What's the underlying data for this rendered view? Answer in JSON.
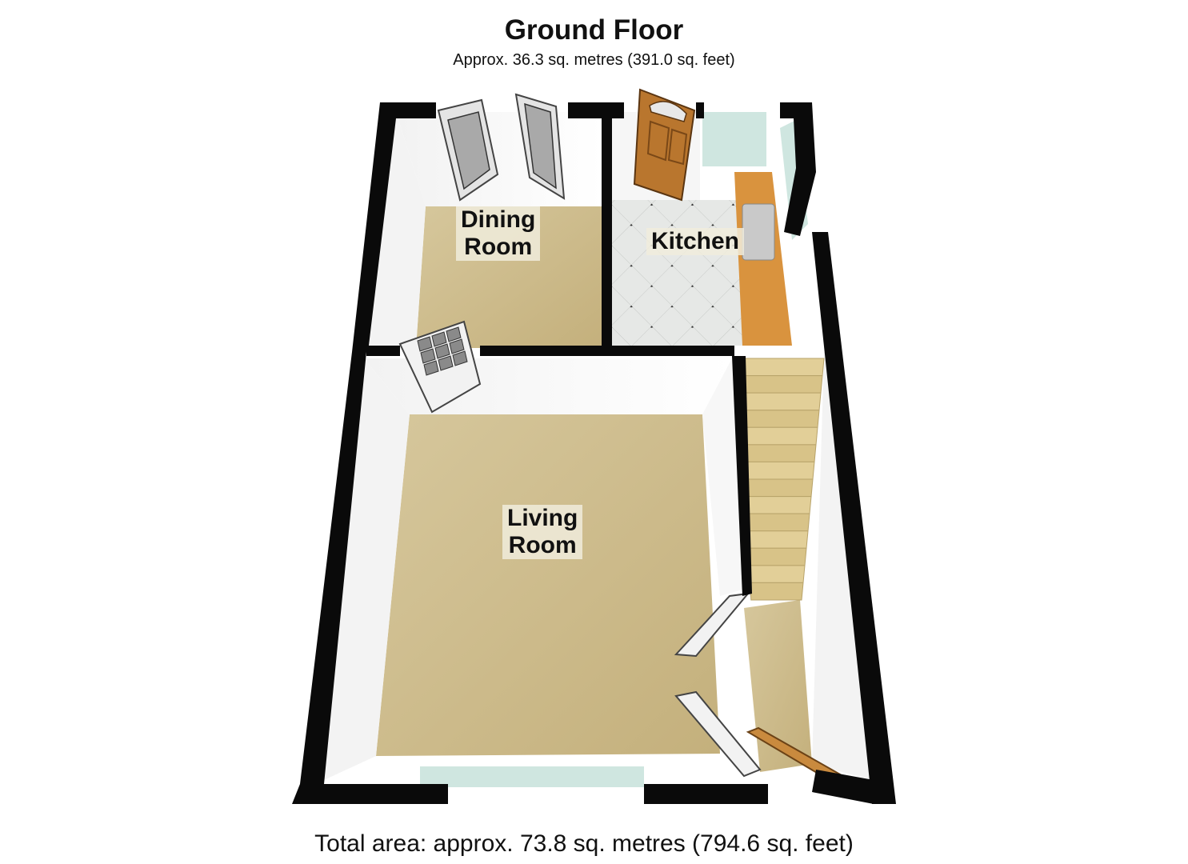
{
  "header": {
    "title": "Ground Floor",
    "subtitle": "Approx. 36.3 sq. metres (391.0 sq. feet)"
  },
  "rooms": {
    "dining": {
      "line1": "Dining",
      "line2": "Room"
    },
    "kitchen": {
      "line1": "Kitchen"
    },
    "living": {
      "line1": "Living",
      "line2": "Room"
    }
  },
  "footer": {
    "total": "Total area: approx. 73.8 sq. metres (794.6 sq. feet)"
  },
  "colors": {
    "wall": "#0a0a0a",
    "carpet": "#cbb98a",
    "kitchen_floor": "#e4e6e4",
    "worktop": "#d9933e",
    "stairs": "#dcc890",
    "glass": "#cfe6e0",
    "door_wood": "#b9762e"
  }
}
